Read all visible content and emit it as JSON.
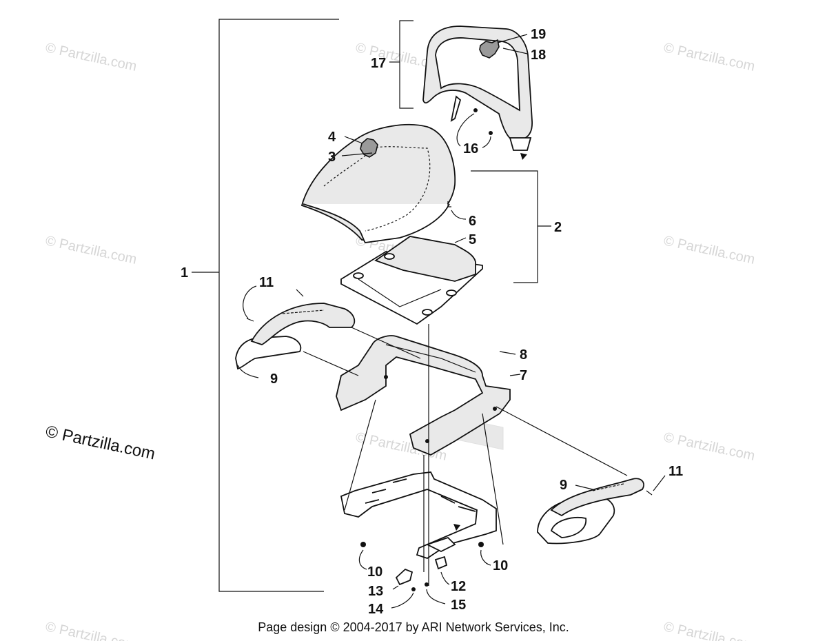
{
  "watermarks": {
    "small_text": "© Partzilla.com",
    "large_text": "© Partzilla.com"
  },
  "callouts": {
    "c1": "1",
    "c2": "2",
    "c3": "3",
    "c4": "4",
    "c5": "5",
    "c6": "6",
    "c7": "7",
    "c8": "8",
    "c9a": "9",
    "c9b": "9",
    "c10a": "10",
    "c10b": "10",
    "c11a": "11",
    "c11b": "11",
    "c12": "12",
    "c13": "13",
    "c14": "14",
    "c15": "15",
    "c16": "16",
    "c17": "17",
    "c18": "18",
    "c19": "19"
  },
  "footer": {
    "text": "Page design © 2004-2017 by ARI Network Services, Inc."
  }
}
